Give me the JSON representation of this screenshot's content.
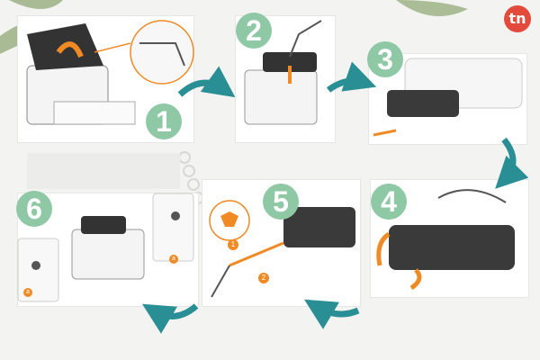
{
  "brand": {
    "logo_text": "tn",
    "logo_color": "#e24a3b"
  },
  "steps": [
    {
      "label": "1",
      "icon": "printer-open-lid-icon"
    },
    {
      "label": "2",
      "icon": "remove-cartridge-icon"
    },
    {
      "label": "3",
      "icon": "unwrap-cartridge-icon"
    },
    {
      "label": "4",
      "icon": "shake-cartridge-icon"
    },
    {
      "label": "5",
      "icon": "remove-seal-tape-icon"
    },
    {
      "label": "6",
      "icon": "insert-cartridge-icon"
    }
  ],
  "colors": {
    "badge": "#8fc8a4",
    "arrow": "#2a8f95",
    "accent_orange": "#f08a24"
  },
  "sub_labels": [
    "1",
    "2",
    "a",
    "a"
  ]
}
